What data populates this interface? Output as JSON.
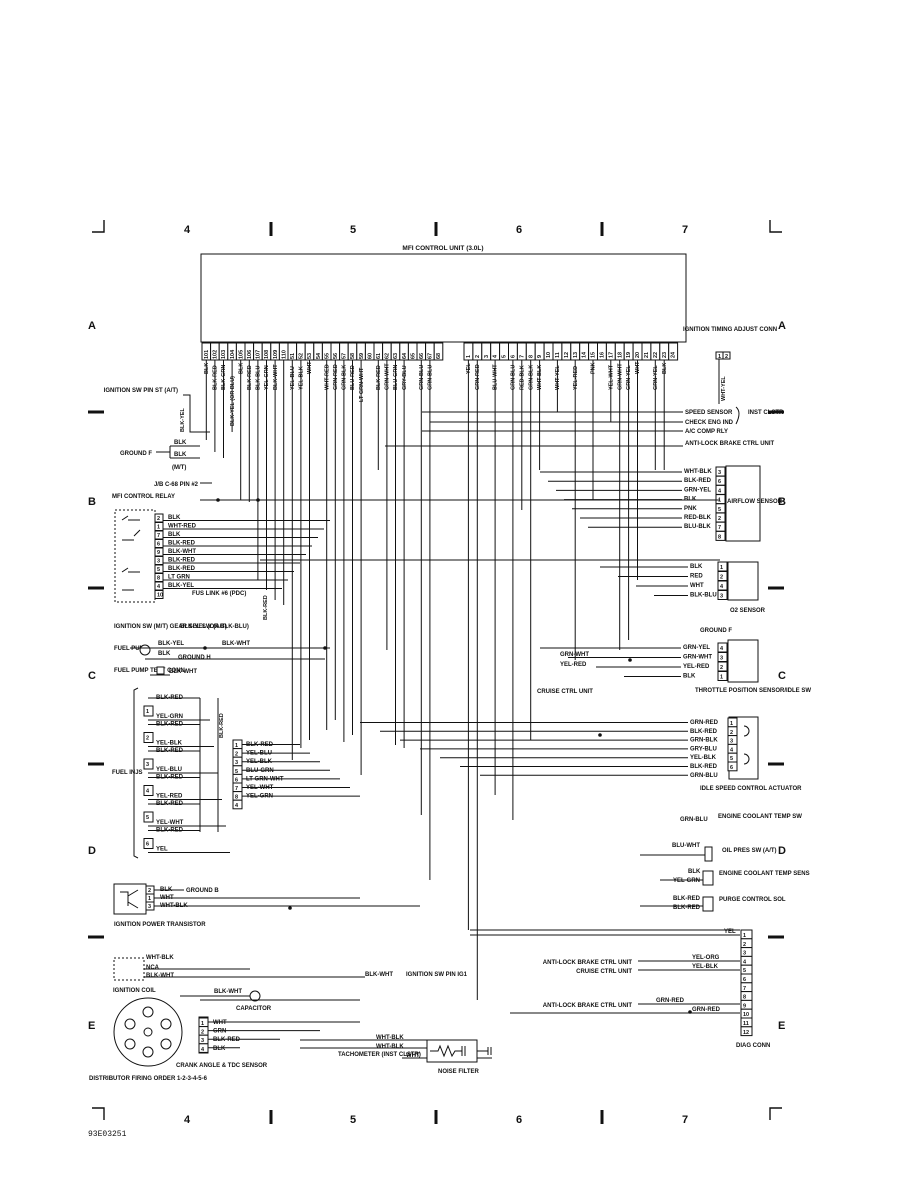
{
  "diagram": {
    "title": "MFI CONTROL UNIT (3.0L)",
    "figure_id": "93E03251",
    "columns": [
      "4",
      "5",
      "6",
      "7"
    ],
    "rows": [
      "A",
      "B",
      "C",
      "D",
      "E"
    ],
    "ecu_pins_left": [
      "101",
      "102",
      "103",
      "104",
      "105",
      "106",
      "107",
      "108",
      "109",
      "110",
      "51",
      "52",
      "53",
      "54",
      "55",
      "56",
      "57",
      "58",
      "59",
      "60",
      "61",
      "62",
      "63",
      "64",
      "65",
      "66",
      "67",
      "68"
    ],
    "ecu_wires_left": [
      "BLK",
      "BLK-RED",
      "BLK-GRN",
      "BLK-YEL (OR BLU)",
      "BLK",
      "BLK-RED",
      "BLK-BLU",
      "YEL-GRN",
      "BLK-WHT",
      "",
      "YEL-BLU",
      "YEL-BLK",
      "WHT",
      "",
      "WHT-RED",
      "GRN-RED",
      "GRN-BLK",
      "BLU-RED",
      "LT GRN-WHT",
      "",
      "BLK-RED",
      "GRN-WHT",
      "BLU-GRN",
      "GRY-BLU",
      "",
      "GRN-BLU",
      "GRN-BLU",
      ""
    ],
    "ecu_pins_right": [
      "1",
      "2",
      "3",
      "4",
      "5",
      "6",
      "7",
      "8",
      "9",
      "10",
      "11",
      "12",
      "13",
      "14",
      "15",
      "16",
      "17",
      "18",
      "19",
      "20",
      "21",
      "22",
      "23",
      "24"
    ],
    "ecu_wires_right": [
      "YEL",
      "GRN-RED",
      "",
      "BLU-WHT",
      "",
      "GRN-BLU",
      "RED-BLK",
      "GRN-BLK",
      "WHT-BLK",
      "",
      "WHT-YEL",
      "",
      "YEL-RED",
      "",
      "PNK",
      "",
      "YEL-WHT",
      "GRN-WHT",
      "GRN-YEL",
      "WHT",
      "",
      "GRN-YEL",
      "BLK",
      ""
    ],
    "components": {
      "ignition_timing": "IGNITION TIMING ADJUST CONN",
      "ignition_timing_wire": "WHT-YEL",
      "ignition_sw_st": "IGNITION SW PIN ST (A/T)",
      "ignition_sw_st_wire": "BLK-YEL",
      "ground_f": "GROUND F",
      "mt": "(M/T)",
      "jb": "J/B C-68 PIN #2",
      "speed_sensor": "SPEED SENSOR",
      "inst_clstr": "INST CLSTR",
      "check_eng": "CHECK ENG IND",
      "ac_comp": "A/C COMP RLY",
      "antilock": "ANTI-LOCK BRAKE CTRL UNIT",
      "mfi_relay": "MFI CONTROL RELAY",
      "fus_link": "FUS LINK #6 (PDC)",
      "airflow": "AIRFLOW SENSOR",
      "o2": "O2 SENSOR",
      "ground_f2": "GROUND F",
      "gear_sel": "IGNITION SW (M/T) GEAR SEL SW (A/T)",
      "gear_sel_wire": "BLK-YEL (OR BLK-BLU)",
      "fuel_pump": "FUEL PUMP",
      "ground_h": "GROUND H",
      "fuel_pump_test": "FUEL PUMP TEST CONN",
      "cruise": "CRUISE CTRL UNIT",
      "tps": "THROTTLE POSITION SENSOR/IDLE SW",
      "fuel_injs": "FUEL INJS",
      "isc": "IDLE SPEED CONTROL ACTUATOR",
      "ect_sw": "ENGINE COOLANT TEMP SW",
      "oil_pres": "OIL PRES SW (A/T)",
      "ect_sens": "ENGINE COOLANT TEMP SENS",
      "purge": "PURGE CONTROL SOL",
      "ign_transistor": "IGNITION POWER TRANSISTOR",
      "ground_b": "GROUND B",
      "ign_coil": "IGNITION COIL",
      "ign_sw_ig1": "IGNITION SW PIN IG1",
      "capacitor": "CAPACITOR",
      "distributor": "DISTRIBUTOR FIRING ORDER 1-2-3-4-5-6",
      "crank_sensor": "CRANK ANGLE & TDC SENSOR",
      "tach": "TACHOMETER (INST CLSTR)",
      "noise_filter": "NOISE FILTER",
      "cruise_ctrl_unit": "CRUISE CTRL UNIT",
      "diag": "DIAG CONN"
    },
    "relay_pins": [
      {
        "pin": "2",
        "wire": "BLK"
      },
      {
        "pin": "1",
        "wire": "WHT-RED"
      },
      {
        "pin": "7",
        "wire": "BLK"
      },
      {
        "pin": "6",
        "wire": "BLK-RED"
      },
      {
        "pin": "9",
        "wire": "BLK-WHT"
      },
      {
        "pin": "3",
        "wire": "BLK-RED"
      },
      {
        "pin": "5",
        "wire": "BLK-RED"
      },
      {
        "pin": "8",
        "wire": "LT GRN"
      },
      {
        "pin": "4",
        "wire": "BLK-YEL"
      },
      {
        "pin": "10",
        "wire": ""
      }
    ],
    "airflow_pins": [
      {
        "pin": "3",
        "wire": "WHT-BLK"
      },
      {
        "pin": "6",
        "wire": "BLK-RED"
      },
      {
        "pin": "4",
        "wire": "GRN-YEL"
      },
      {
        "pin": "1",
        "wire": "BLK"
      },
      {
        "pin": "5",
        "wire": "PNK"
      },
      {
        "pin": "2",
        "wire": "RED-BLK"
      },
      {
        "pin": "7",
        "wire": "BLU-BLK"
      },
      {
        "pin": "8",
        "wire": ""
      }
    ],
    "o2_pins": [
      {
        "pin": "1",
        "wire": "BLK"
      },
      {
        "pin": "2",
        "wire": "RED"
      },
      {
        "pin": "4",
        "wire": "WHT"
      },
      {
        "pin": "3",
        "wire": "BLK-BLU"
      }
    ],
    "tps_pins": [
      {
        "pin": "4",
        "wire": "GRN-YEL"
      },
      {
        "pin": "3",
        "wire": "GRN-WHT"
      },
      {
        "pin": "2",
        "wire": "YEL-RED"
      },
      {
        "pin": "1",
        "wire": "BLK"
      }
    ],
    "cruise_wires": [
      "GRN-WHT",
      "YEL-RED"
    ],
    "isc_pins": [
      {
        "pin": "1",
        "wire": "GRN-RED"
      },
      {
        "pin": "2",
        "wire": "BLK-RED"
      },
      {
        "pin": "3",
        "wire": "GRN-BLK"
      },
      {
        "pin": "4",
        "wire": "GRY-BLU"
      },
      {
        "pin": "5",
        "wire": "YEL-BLK"
      },
      {
        "pin": "6",
        "wire": "BLK-RED"
      },
      {
        "pin": "",
        "wire": "GRN-BLU"
      }
    ],
    "injector_wires": [
      "BLK-RED",
      "YEL-GRN",
      "BLK-RED",
      "YEL-BLK",
      "BLK-RED",
      "YEL-BLU",
      "BLK-RED",
      "YEL-RED",
      "BLK-RED",
      "YEL-WHT",
      "BLK-RED",
      "YEL"
    ],
    "inj_connector": [
      {
        "pin": "1",
        "wire": "BLK-RED"
      },
      {
        "pin": "2",
        "wire": "YEL-BLU"
      },
      {
        "pin": "3",
        "wire": "YEL-BLK"
      },
      {
        "pin": "5",
        "wire": "BLU-GRN"
      },
      {
        "pin": "6",
        "wire": "LT GRN-WHT"
      },
      {
        "pin": "7",
        "wire": "YEL-WHT"
      },
      {
        "pin": "8",
        "wire": "YEL-GRN"
      },
      {
        "pin": "4",
        "wire": ""
      }
    ],
    "inj_vert_label": "BLK-RED",
    "fus_vert_label": "BLK-RED",
    "ect_sw_wire": "GRN-BLU",
    "oil_wire": "BLU-WHT",
    "ect_sens_wires": [
      "BLK",
      "YEL-GRN"
    ],
    "purge_wires": [
      "BLK-RED",
      "BLK-RED"
    ],
    "transistor_wires": [
      "BLK",
      "WHT",
      "WHT-BLK"
    ],
    "transistor_pins": [
      "2",
      "1",
      "3"
    ],
    "coil_wires": [
      "WHT-BLK",
      "NCA",
      "BLK-WHT"
    ],
    "coil_sw_wire": "BLK-WHT",
    "cap_wire": "BLK-WHT",
    "dist_pins": [
      {
        "pin": "1",
        "wire": "WHT"
      },
      {
        "pin": "2",
        "wire": "GRN"
      },
      {
        "pin": "3",
        "wire": "BLK-RED"
      },
      {
        "pin": "4",
        "wire": "BLK"
      }
    ],
    "tach_wires": [
      "WHT-BLK",
      "WHT-BLK",
      "WHT"
    ],
    "fuel_pump_wires": [
      "BLK-YEL",
      "BLK",
      "BLK-WHT"
    ],
    "fuel_pump_test_wire": "BLK-WHT",
    "diag_pins": [
      "1",
      "2",
      "3",
      "4",
      "5",
      "6",
      "7",
      "8",
      "9",
      "10",
      "11",
      "12"
    ],
    "diag_wires": [
      {
        "label": "",
        "wire": "YEL"
      },
      {
        "label": "ANTI-LOCK BRAKE CTRL UNIT",
        "wire": "YEL-ORG"
      },
      {
        "label": "CRUISE CTRL UNIT",
        "wire": "YEL-BLK"
      },
      {
        "label": "ANTI-LOCK BRAKE CTRL UNIT",
        "wire": "GRN-RED"
      },
      {
        "label": "",
        "wire": "GRN-RED"
      }
    ],
    "ground_f_wires": [
      "BLK",
      "BLK"
    ],
    "antilock_wire": "BLK-RED"
  }
}
